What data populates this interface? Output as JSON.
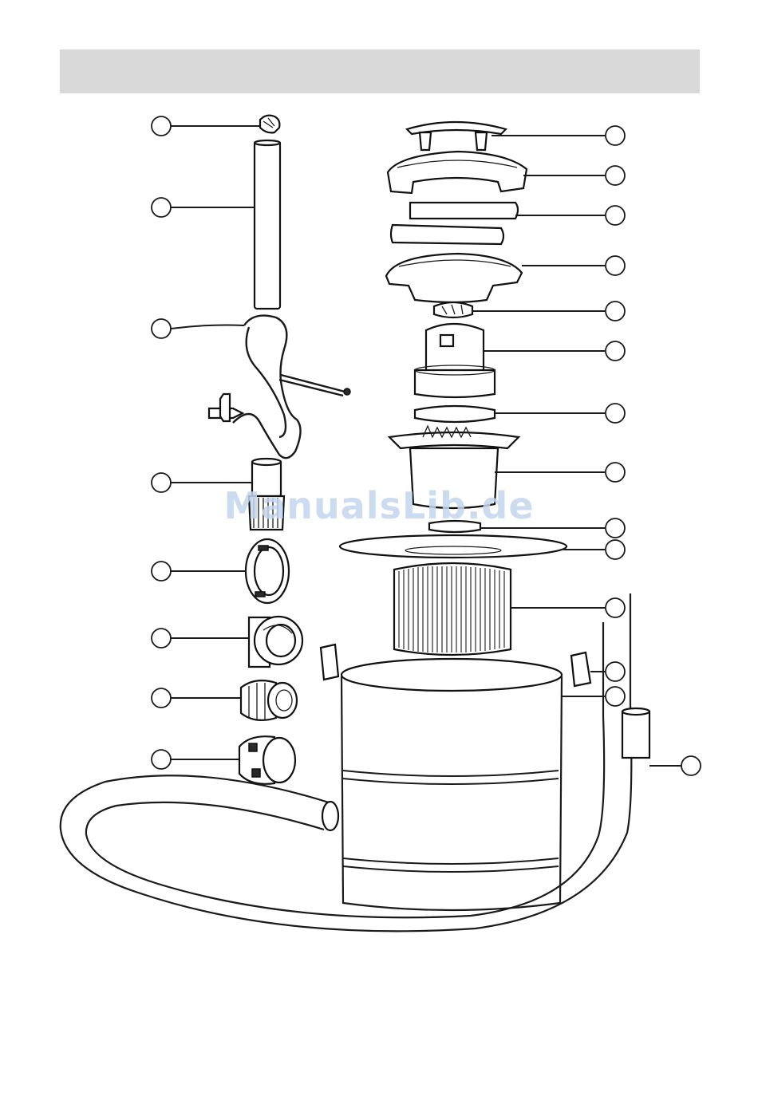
{
  "watermark": {
    "text": "ManualsLib.de"
  },
  "colors": {
    "header_bar": "#d9d9d9",
    "watermark": "#c4d6ee",
    "ink": "#1a1a1a"
  },
  "parts": {
    "left": [
      "hose-end-cap",
      "extension-tube",
      "power-cable-with-plug",
      "hose-adapter",
      "hose-connector-ring",
      "hose-inlet-socket",
      "coupling-nut",
      "hose-end-connector"
    ],
    "right": [
      "carry-handle",
      "top-cover",
      "foam-filter-upper",
      "foam-filter-lower",
      "motor-housing",
      "fan-impeller",
      "motor",
      "gasket-ring",
      "filter-cage-housing",
      "seal-ring",
      "lid-plate",
      "pleated-cartridge-filter",
      "latch-clip",
      "container-drum",
      "flexible-hose"
    ]
  }
}
